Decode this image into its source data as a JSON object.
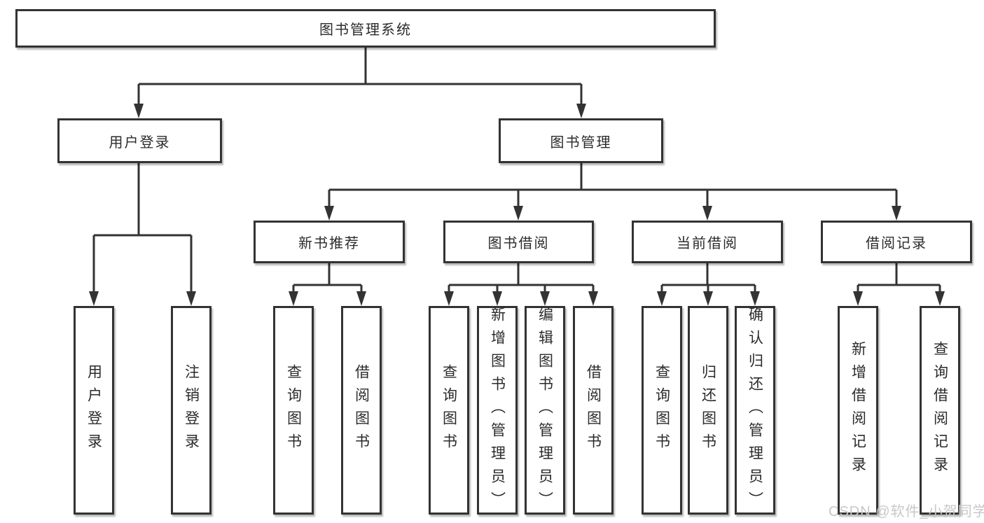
{
  "diagram": {
    "title_node": {
      "label": "图书管理系统"
    },
    "level1": [
      {
        "label": "用户登录"
      },
      {
        "label": "图书管理"
      }
    ],
    "level2": [
      {
        "label": "新书推荐"
      },
      {
        "label": "图书借阅"
      },
      {
        "label": "当前借阅"
      },
      {
        "label": "借阅记录"
      }
    ],
    "leaves": {
      "user_login": [
        {
          "label": "用户登录"
        },
        {
          "label": "注销登录"
        }
      ],
      "new_book": [
        {
          "label": "查询图书"
        },
        {
          "label": "借阅图书"
        }
      ],
      "book_borrow": [
        {
          "label": "查询图书"
        },
        {
          "label": "新增图书（管理员）"
        },
        {
          "label": "编辑图书（管理员）"
        },
        {
          "label": "借阅图书"
        }
      ],
      "current_borrow": [
        {
          "label": "查询图书"
        },
        {
          "label": "归还图书"
        },
        {
          "label": "确认归还（管理员）"
        }
      ],
      "borrow_record": [
        {
          "label": "新增借阅记录"
        },
        {
          "label": "查询借阅记录"
        }
      ]
    },
    "colors": {
      "line": "#333333",
      "text": "#2b2b2b",
      "box_background": "#ffffff",
      "watermark": "#c8c8c8"
    }
  },
  "watermark": {
    "text": "CSDN @软件_小贺同学"
  }
}
